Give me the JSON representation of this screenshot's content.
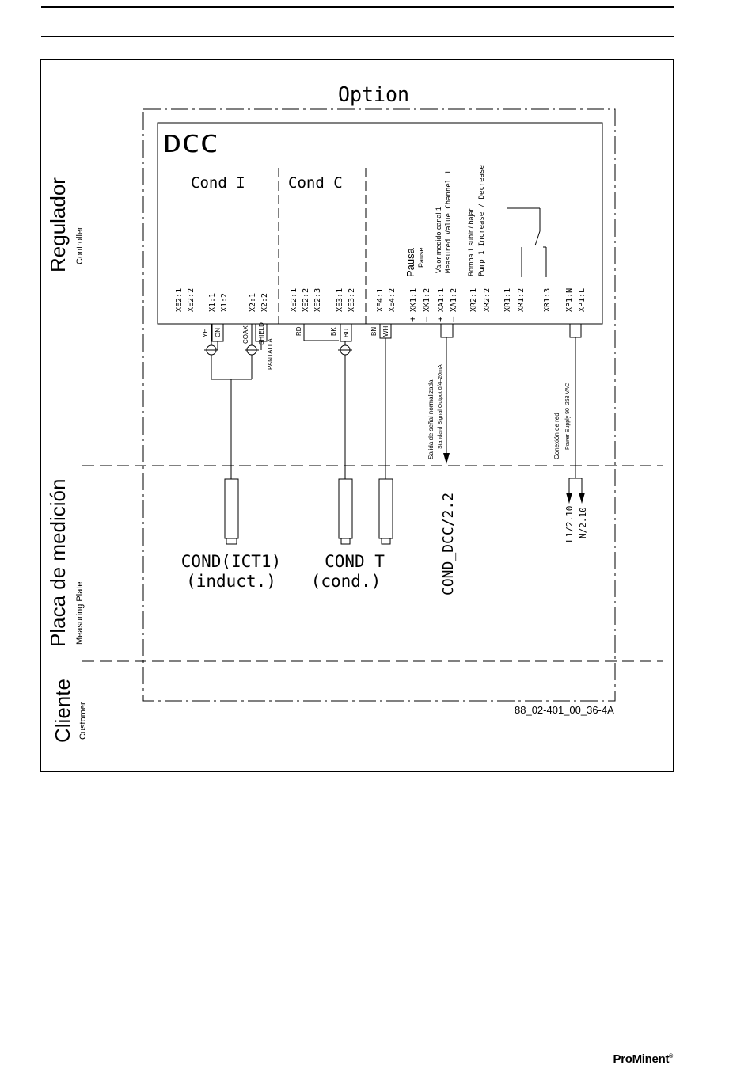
{
  "sections": {
    "controller": {
      "es": "Regulador",
      "en": "Controller"
    },
    "measuring_plate": {
      "es": "Placa de medición",
      "en": "Measuring Plate"
    },
    "customer": {
      "es": "Cliente",
      "en": "Customer"
    }
  },
  "option_label": "Option",
  "module": {
    "name": "DCC",
    "cond_i": "Cond  I",
    "cond_c": "Cond  C"
  },
  "terminals": {
    "cond_i": [
      "XE2:1",
      "XE2:2",
      "X1:1",
      "X1:2",
      "X2:1",
      "X2:2"
    ],
    "cond_c": [
      "XE2:1",
      "XE2:2",
      "XE2:3",
      "XE3:1",
      "XE3:2"
    ],
    "pause": [
      "XE4:1",
      "XE4:2"
    ],
    "outputs": [
      "XK1:1",
      "XK1:2",
      "XA1:1",
      "XA1:2",
      "XR2:1",
      "XR2:2",
      "XR1:1",
      "XR1:2",
      "XR1:3",
      "XP1:N",
      "XP1:L"
    ],
    "polarity": [
      "+",
      "–",
      "+",
      "–"
    ]
  },
  "function_labels": {
    "pause_es": "Pausa",
    "pause_en": "Pause",
    "measured_value_es": "Valor medido canal 1",
    "measured_value_en": "Measured  Value  Channel  1",
    "pump_es": "Bomba 1 subir / bajar",
    "pump_en": "Pump  1  Increase  /  Decrease"
  },
  "wire_labels": {
    "ye": "YE",
    "gn": "GN",
    "coax": "COAX",
    "shield": "SHIELD",
    "pantalla": "PANTALLA",
    "rd": "RD",
    "bk": "BK",
    "bu": "BU",
    "bn": "BN",
    "wh": "WH"
  },
  "signal_output": {
    "es": "Salida de señal normalizada",
    "en": "Standard Signal Output 0/4–20mA",
    "target": "COND_DCC/2.2"
  },
  "power": {
    "es": "Conexión de red",
    "en": "Power Supply 90–253 VAC",
    "l": "L1/2.10",
    "n": "N/2.10"
  },
  "sensors": {
    "inductive": {
      "line1": "COND(ICT1)",
      "line2": "(induct.)"
    },
    "conductive": {
      "line1": "COND T",
      "line2": "(cond.)"
    }
  },
  "drawing_number": "88_02-401_00_36-4A",
  "brand": {
    "pro": "Pro",
    "minent": "Minent",
    "reg": "®"
  }
}
